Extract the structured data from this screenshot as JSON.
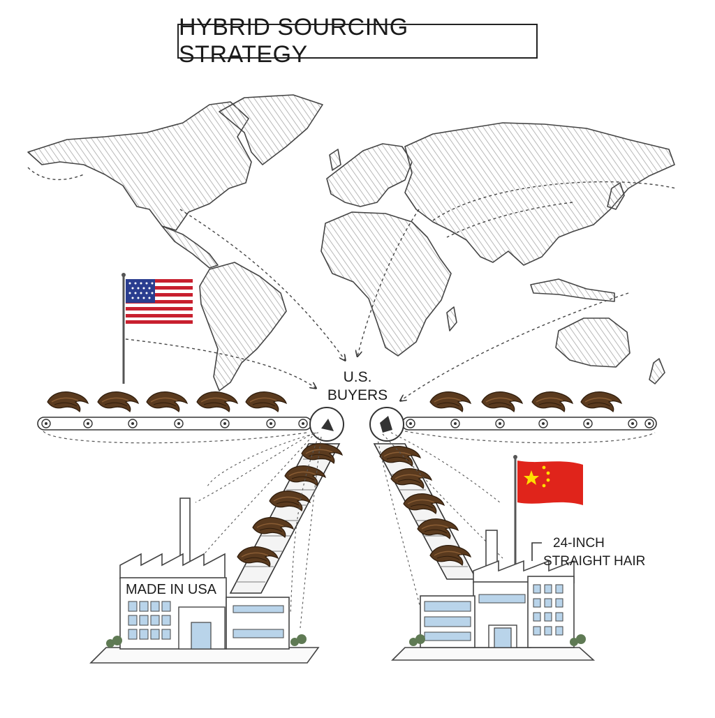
{
  "title": "HYBRID SOURCING STRATEGY",
  "hub": {
    "line1": "U.S.",
    "line2": "BUYERS"
  },
  "usa_factory": {
    "label": "MADE IN USA",
    "flag": "united-states-flag"
  },
  "china_factory": {
    "label_line1": "24-INCH",
    "label_line2": "STRAIGHT HAIR",
    "flag": "china-flag"
  },
  "colors": {
    "ink": "#2a2a2a",
    "hair": "#5a3a1e",
    "us_red": "#c8202f",
    "us_blue": "#2a3d8f",
    "cn_red": "#e0241b",
    "cn_star": "#ffde00"
  }
}
